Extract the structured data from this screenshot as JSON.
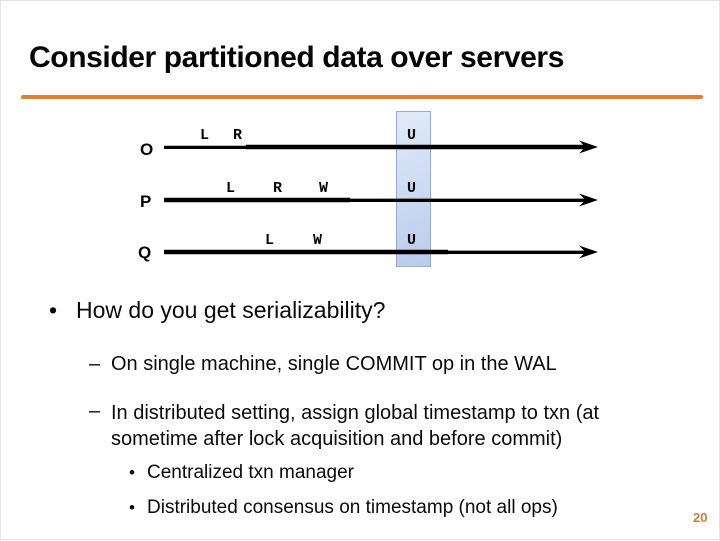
{
  "slide": {
    "title": "Consider partitioned data over servers",
    "page_number": "20"
  },
  "colors": {
    "title_rule": "#E0802F",
    "page_number": "#C5803F",
    "highlight_fill_top": "#E2EAF9",
    "highlight_fill_bottom": "#B9CCEC",
    "highlight_border": "#99ABD5",
    "timeline": "#000000"
  },
  "diagram": {
    "rows": [
      {
        "label": "O",
        "events": [
          "L",
          "R",
          "U"
        ]
      },
      {
        "label": "P",
        "events": [
          "L",
          "R",
          "W",
          "U"
        ]
      },
      {
        "label": "Q",
        "events": [
          "L",
          "W",
          "U"
        ]
      }
    ]
  },
  "content": {
    "bullet_glyph": "•",
    "dash_glyph": "–",
    "bullet1": "How do you get serializability?",
    "sub_bullets": [
      "On single machine, single COMMIT op in the WAL",
      "In distributed setting, assign global timestamp to txn (at sometime after lock acquisition and before commit)"
    ],
    "sub_sub_bullets": [
      "Centralized txn manager",
      "Distributed consensus on timestamp (not all ops)"
    ]
  }
}
